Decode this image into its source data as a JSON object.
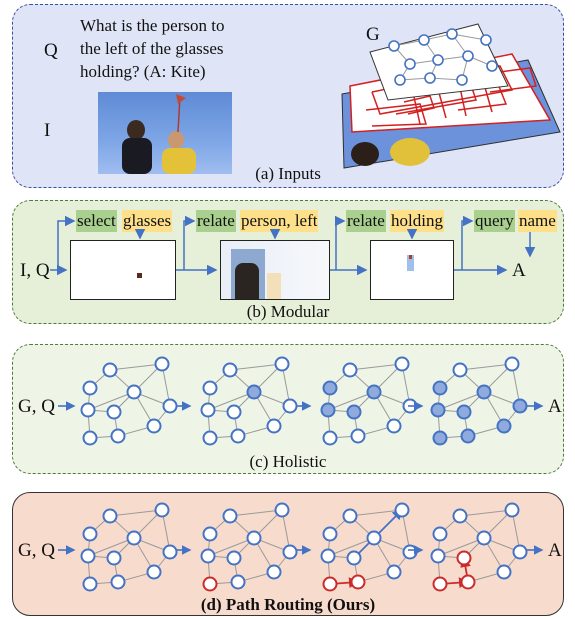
{
  "inputs": {
    "q_label": "Q",
    "question_lines": [
      "What is the person to",
      "the left of the glasses",
      "holding?  (A: Kite)"
    ],
    "i_label": "I",
    "g_label": "G",
    "caption": "(a) Inputs"
  },
  "modular": {
    "input_label": "I, Q",
    "output_label": "A",
    "steps": [
      {
        "op": "select",
        "arg": "glasses"
      },
      {
        "op": "relate",
        "arg": "person, left"
      },
      {
        "op": "relate",
        "arg": "holding"
      },
      {
        "op": "query",
        "arg": "name"
      }
    ],
    "caption": "(b) Modular"
  },
  "holistic": {
    "input_label": "G, Q",
    "output_label": "A",
    "caption": "(c) Holistic"
  },
  "routing": {
    "input_label": "G, Q",
    "output_label": "A",
    "caption": "(d) Path Routing (Ours)"
  },
  "colors": {
    "node": "#4472c4",
    "node_fill_filled": "#8faadc",
    "path": "#cc2b2b",
    "edge": "#9a9a9a"
  }
}
